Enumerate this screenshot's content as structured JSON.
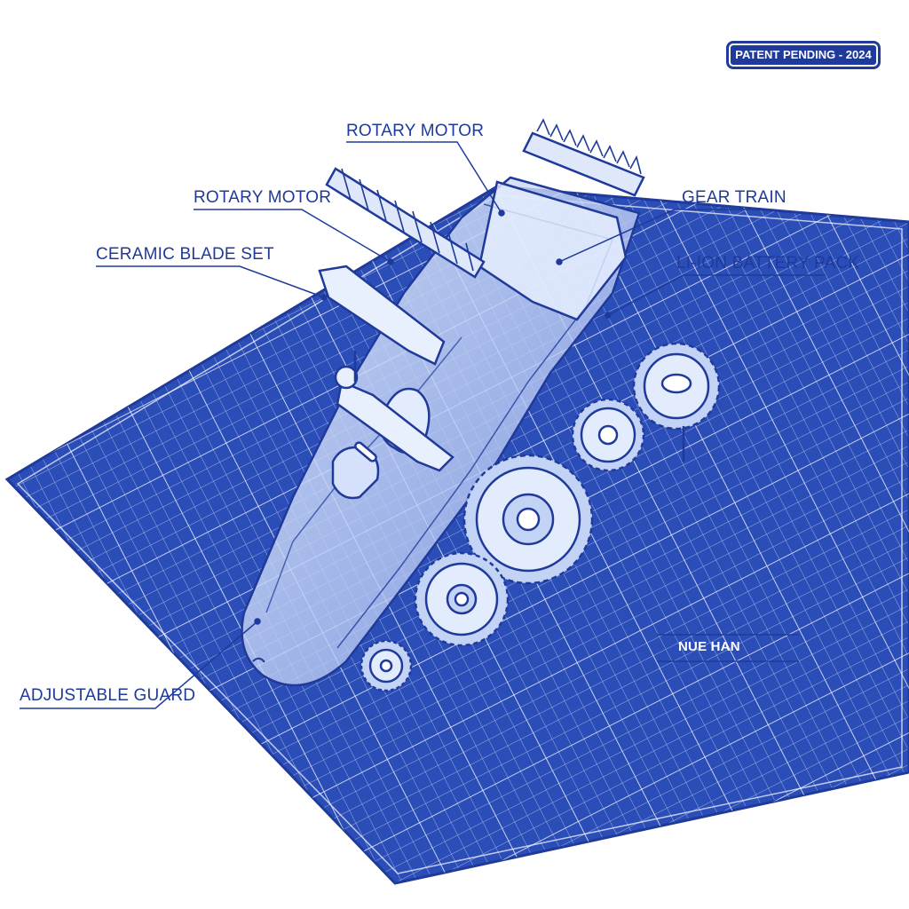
{
  "badge": {
    "text": "PATENT PENDING - 2024"
  },
  "callouts": [
    {
      "id": "rotary-motor-top",
      "text": "ROTARY MOTOR"
    },
    {
      "id": "rotary-motor-left",
      "text": "ROTARY MOTOR"
    },
    {
      "id": "gear-train",
      "text": "GEAR TRAIN"
    },
    {
      "id": "ceramic-blade-set",
      "text": "CERAMIC BLADE SET"
    },
    {
      "id": "li-ion-battery-pack",
      "text": "LI-ION BATTERY PACK"
    },
    {
      "id": "adjustable-guard",
      "text": "ADJUSTABLE GUARD"
    },
    {
      "id": "garbled-label",
      "text": "NUE HAN"
    }
  ],
  "colors": {
    "blueprint": "#2a4db8",
    "grid": "#ffffff",
    "ink": "#1f3a9a",
    "paper": "#ffffff"
  }
}
